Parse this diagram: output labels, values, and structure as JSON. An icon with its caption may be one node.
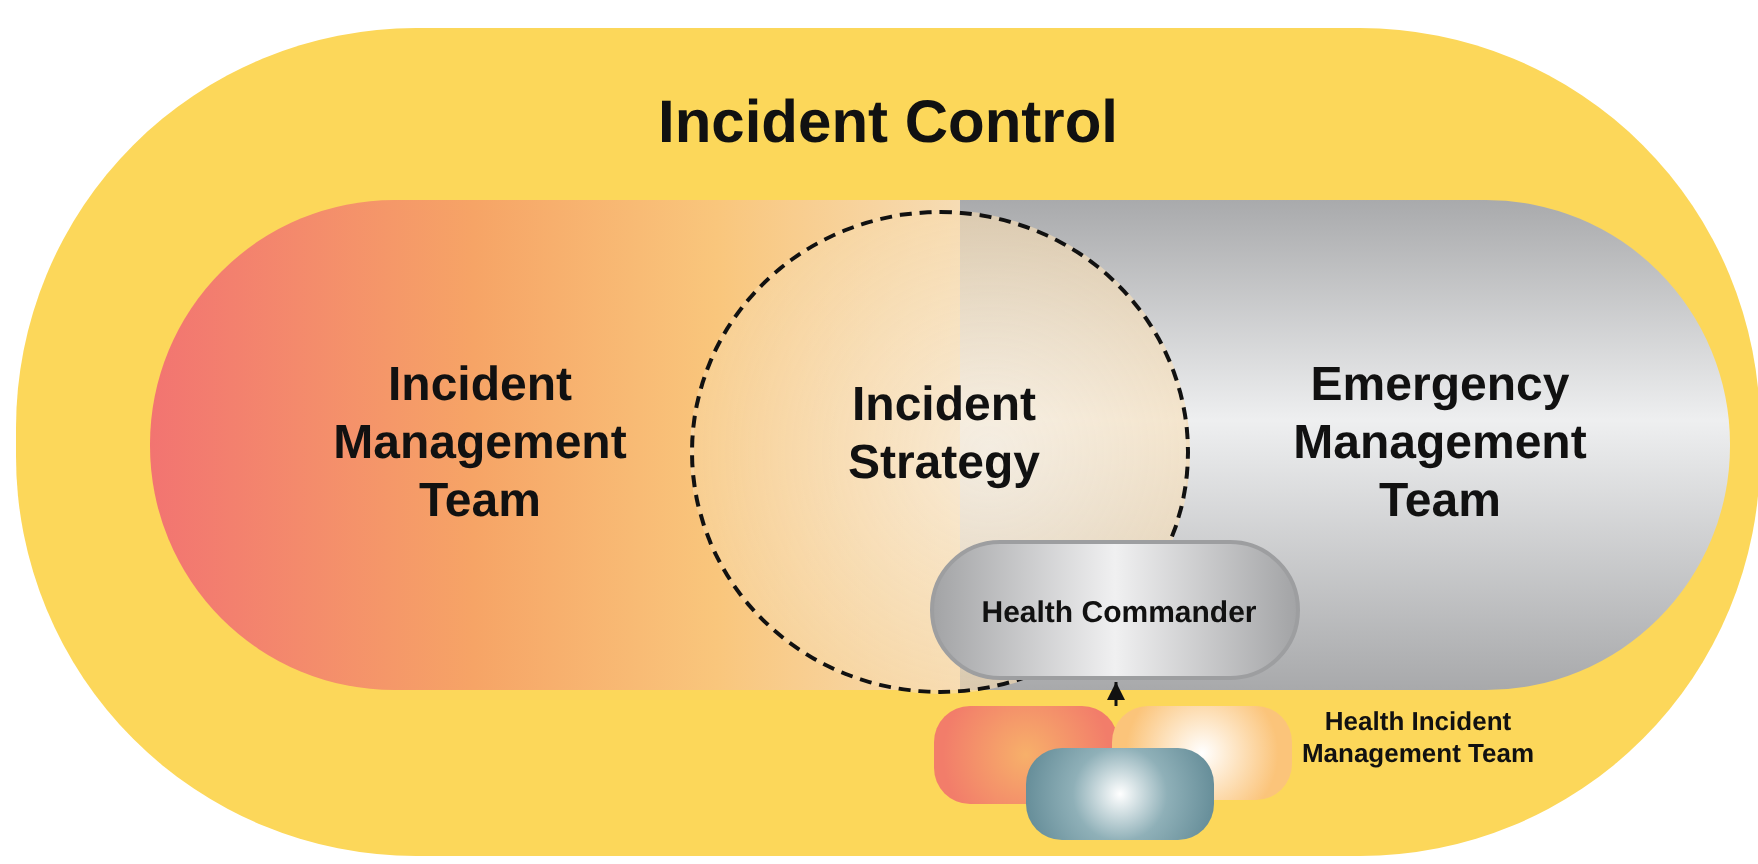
{
  "diagram": {
    "nodes": [
      {
        "text": [
          "Incident Control"
        ]
      },
      {
        "text": [
          "Incident Management Team"
        ],
        "in": 0
      },
      {
        "text": [
          "Emergency Management Team"
        ],
        "in": 0
      },
      {
        "text": [
          "Incident Strategy"
        ],
        "in": 0
      },
      {
        "text": [
          "Health Commander"
        ],
        "in": 0
      },
      {
        "text": [],
        "shape": "box",
        "in": 0
      },
      {
        "text": [],
        "shape": "box",
        "in": 0
      },
      {
        "text": [],
        "shape": "box",
        "in": 0
      }
    ],
    "edges": [
      {
        "from": 6,
        "to": 4,
        "arrow": "to"
      }
    ],
    "labels": [
      "Health Incident Management Team"
    ]
  }
}
